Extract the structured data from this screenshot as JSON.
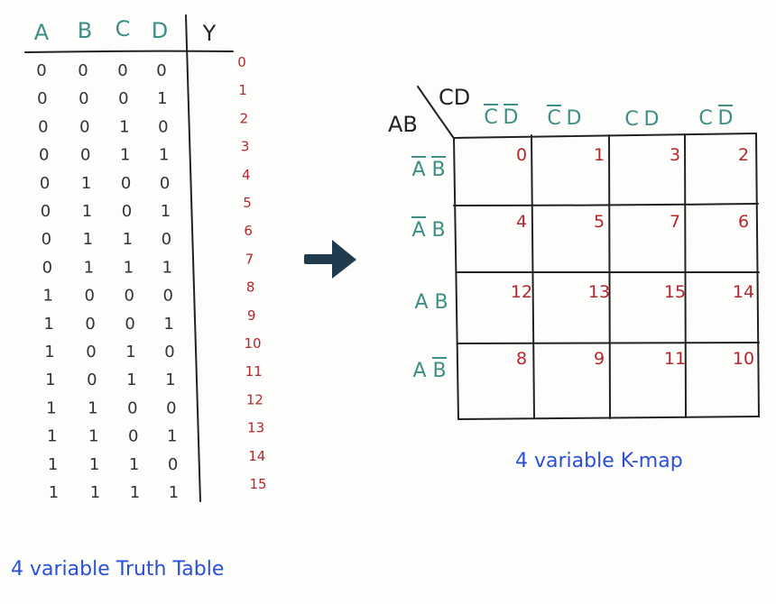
{
  "truth_table": {
    "headers": [
      "A",
      "B",
      "C",
      "D"
    ],
    "output_header": "Y",
    "rows": [
      [
        "0",
        "0",
        "0",
        "0"
      ],
      [
        "0",
        "0",
        "0",
        "1"
      ],
      [
        "0",
        "0",
        "1",
        "0"
      ],
      [
        "0",
        "0",
        "1",
        "1"
      ],
      [
        "0",
        "1",
        "0",
        "0"
      ],
      [
        "0",
        "1",
        "0",
        "1"
      ],
      [
        "0",
        "1",
        "1",
        "0"
      ],
      [
        "0",
        "1",
        "1",
        "1"
      ],
      [
        "1",
        "0",
        "0",
        "0"
      ],
      [
        "1",
        "0",
        "0",
        "1"
      ],
      [
        "1",
        "0",
        "1",
        "0"
      ],
      [
        "1",
        "0",
        "1",
        "1"
      ],
      [
        "1",
        "1",
        "0",
        "0"
      ],
      [
        "1",
        "1",
        "0",
        "1"
      ],
      [
        "1",
        "1",
        "1",
        "0"
      ],
      [
        "1",
        "1",
        "1",
        "1"
      ]
    ],
    "indices": [
      "0",
      "1",
      "2",
      "3",
      "4",
      "5",
      "6",
      "7",
      "8",
      "9",
      "10",
      "11",
      "12",
      "13",
      "14",
      "15"
    ],
    "caption": "4 variable Truth Table"
  },
  "kmap": {
    "corner_row_label": "AB",
    "corner_col_label": "CD",
    "col_labels": [
      {
        "a": "C",
        "a_bar": true,
        "b": "D",
        "b_bar": true
      },
      {
        "a": "C",
        "a_bar": true,
        "b": "D",
        "b_bar": false
      },
      {
        "a": "C",
        "a_bar": false,
        "b": "D",
        "b_bar": false
      },
      {
        "a": "C",
        "a_bar": false,
        "b": "D",
        "b_bar": true
      }
    ],
    "row_labels": [
      {
        "a": "A",
        "a_bar": true,
        "b": "B",
        "b_bar": true
      },
      {
        "a": "A",
        "a_bar": true,
        "b": "B",
        "b_bar": false
      },
      {
        "a": "A",
        "a_bar": false,
        "b": "B",
        "b_bar": false
      },
      {
        "a": "A",
        "a_bar": false,
        "b": "B",
        "b_bar": true
      }
    ],
    "cells": [
      [
        "0",
        "1",
        "3",
        "2"
      ],
      [
        "4",
        "5",
        "7",
        "6"
      ],
      [
        "12",
        "13",
        "15",
        "14"
      ],
      [
        "8",
        "9",
        "11",
        "10"
      ]
    ],
    "caption": "4 variable K-map"
  },
  "colors": {
    "header_teal": "#3d8f86",
    "index_red": "#b3272d",
    "caption_blue": "#2b4fd6",
    "arrow": "#1f3b4d",
    "ink": "#222222"
  },
  "icons": {
    "transition": "right-arrow-icon"
  }
}
